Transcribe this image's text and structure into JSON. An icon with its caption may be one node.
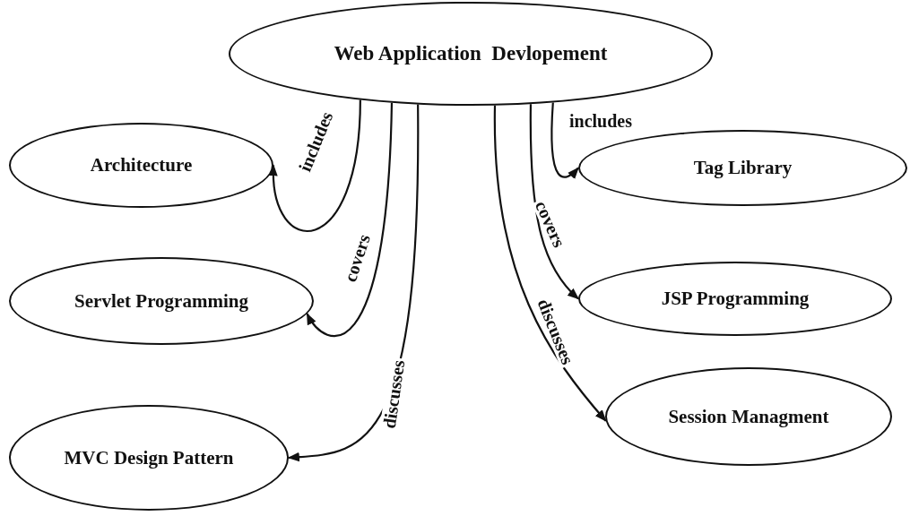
{
  "diagram": {
    "nodes": [
      {
        "text": [
          "Web Application  Devlopement"
        ]
      },
      {
        "text": [
          "Architecture"
        ]
      },
      {
        "text": [
          "Servlet Programming"
        ]
      },
      {
        "text": [
          "MVC Design Pattern"
        ]
      },
      {
        "text": [
          "Tag Library"
        ]
      },
      {
        "text": [
          "JSP Programming"
        ]
      },
      {
        "text": [
          "Session Managment"
        ]
      }
    ],
    "edges": [
      {
        "from": 0,
        "to": 1,
        "arrow": "to",
        "label": "includes"
      },
      {
        "from": 0,
        "to": 2,
        "arrow": "to",
        "label": "covers"
      },
      {
        "from": 0,
        "to": 3,
        "arrow": "to",
        "label": "discusses"
      },
      {
        "from": 0,
        "to": 4,
        "arrow": "to",
        "label": "includes"
      },
      {
        "from": 0,
        "to": 5,
        "arrow": "to",
        "label": "covers"
      },
      {
        "from": 0,
        "to": 6,
        "arrow": "to",
        "label": "discusses"
      }
    ]
  }
}
